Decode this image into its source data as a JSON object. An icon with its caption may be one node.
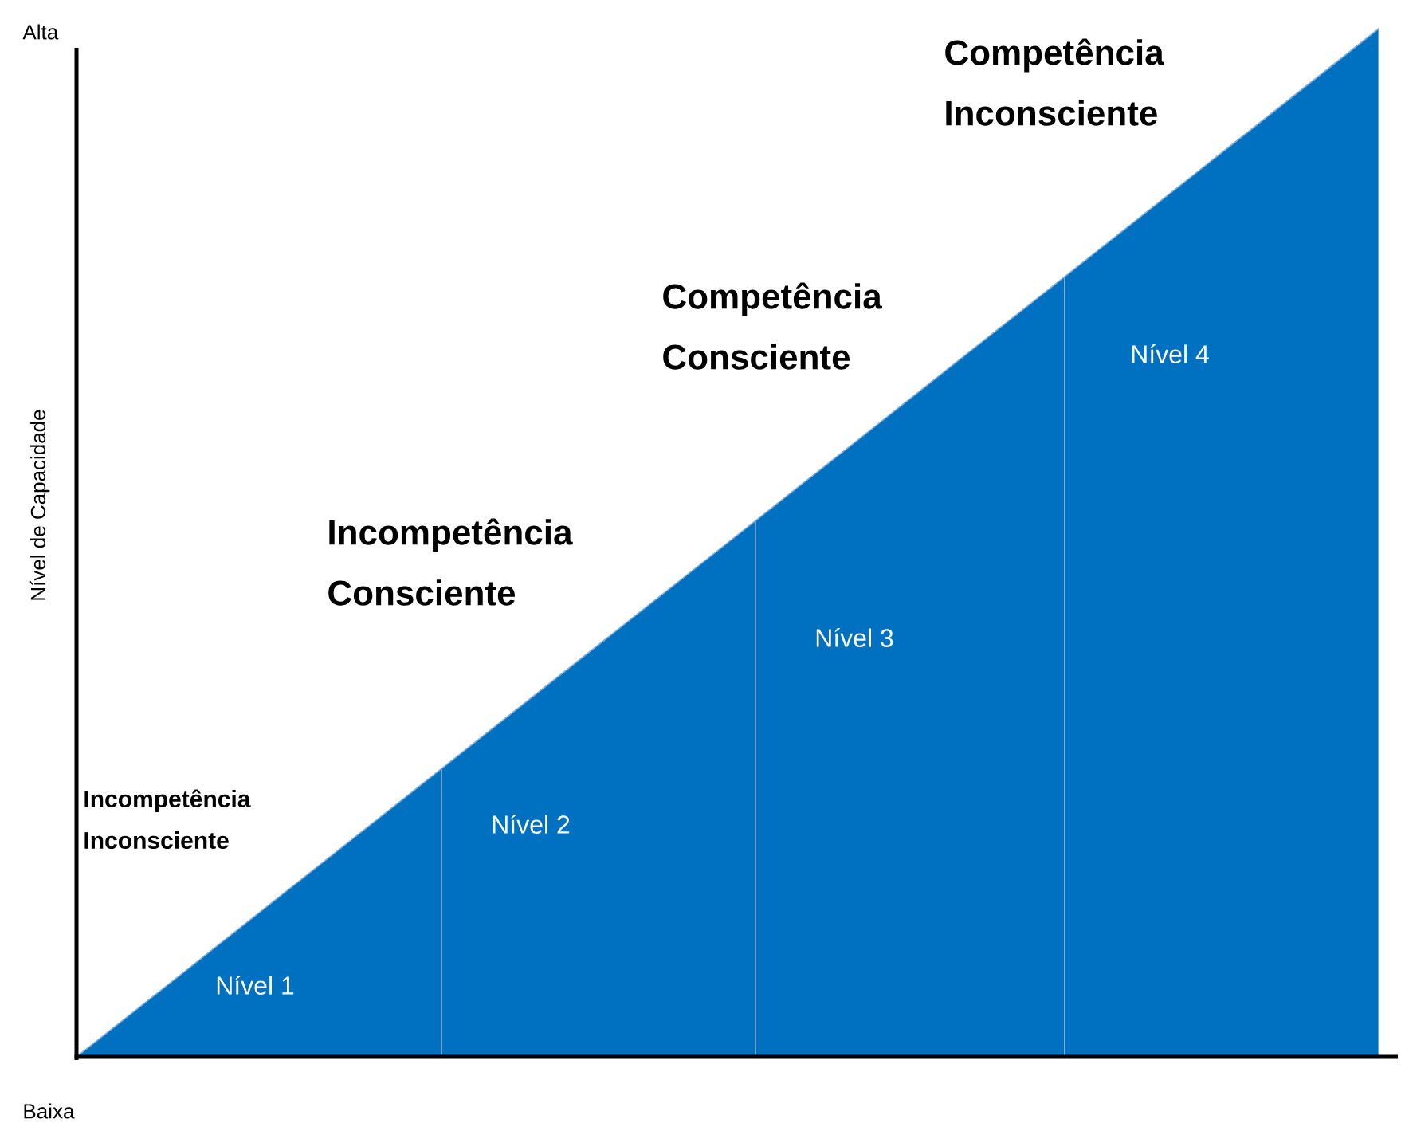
{
  "diagram": {
    "nodes": [
      {
        "text": [
          "Nível 1"
        ],
        "beside": [
          "Incompetência Inconsciente"
        ]
      },
      {
        "text": [
          "Nível 2"
        ],
        "beside": [
          "Incompetência Consciente"
        ]
      },
      {
        "text": [
          "Nível 3"
        ],
        "beside": [
          "Competência Consciente"
        ]
      },
      {
        "text": [
          "Nível 4"
        ],
        "beside": [
          "Competência Inconsciente"
        ]
      }
    ],
    "labels": [
      "Alta",
      "Nível de Capacidade",
      "Baixa"
    ]
  }
}
